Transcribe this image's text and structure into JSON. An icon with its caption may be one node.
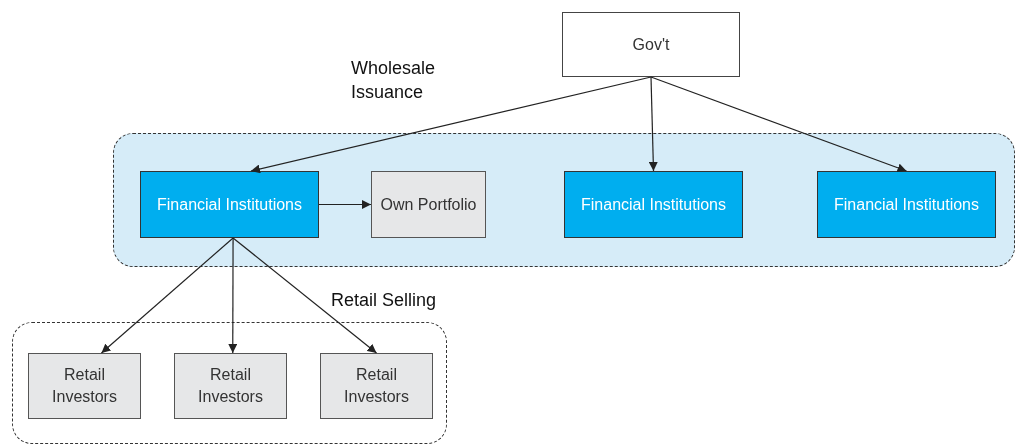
{
  "diagram": {
    "nodes": [
      {
        "text": [
          "Gov't"
        ]
      },
      {
        "text": [
          "Wholesale Issuance"
        ]
      },
      {
        "text": [
          "Financial Institutions"
        ],
        "in": 1
      },
      {
        "text": [
          "Own Portfolio"
        ],
        "in": 1
      },
      {
        "text": [
          "Financial Institutions"
        ],
        "in": 1
      },
      {
        "text": [
          "Financial Institutions"
        ],
        "in": 1
      },
      {
        "text": [
          "Retail Selling"
        ]
      },
      {
        "text": [
          "Retail Investors"
        ],
        "in": 6
      },
      {
        "text": [
          "Retail Investors"
        ],
        "in": 6
      },
      {
        "text": [
          "Retail Investors"
        ],
        "in": 6
      }
    ],
    "edges": [
      {
        "from": 0,
        "to": 2,
        "arrow": "to"
      },
      {
        "from": 0,
        "to": 4,
        "arrow": "to"
      },
      {
        "from": 0,
        "to": 5,
        "arrow": "to"
      },
      {
        "from": 2,
        "to": 3,
        "arrow": "to"
      },
      {
        "from": 2,
        "to": 7,
        "arrow": "to"
      },
      {
        "from": 2,
        "to": 8,
        "arrow": "to"
      },
      {
        "from": 2,
        "to": 9,
        "arrow": "to"
      }
    ]
  }
}
